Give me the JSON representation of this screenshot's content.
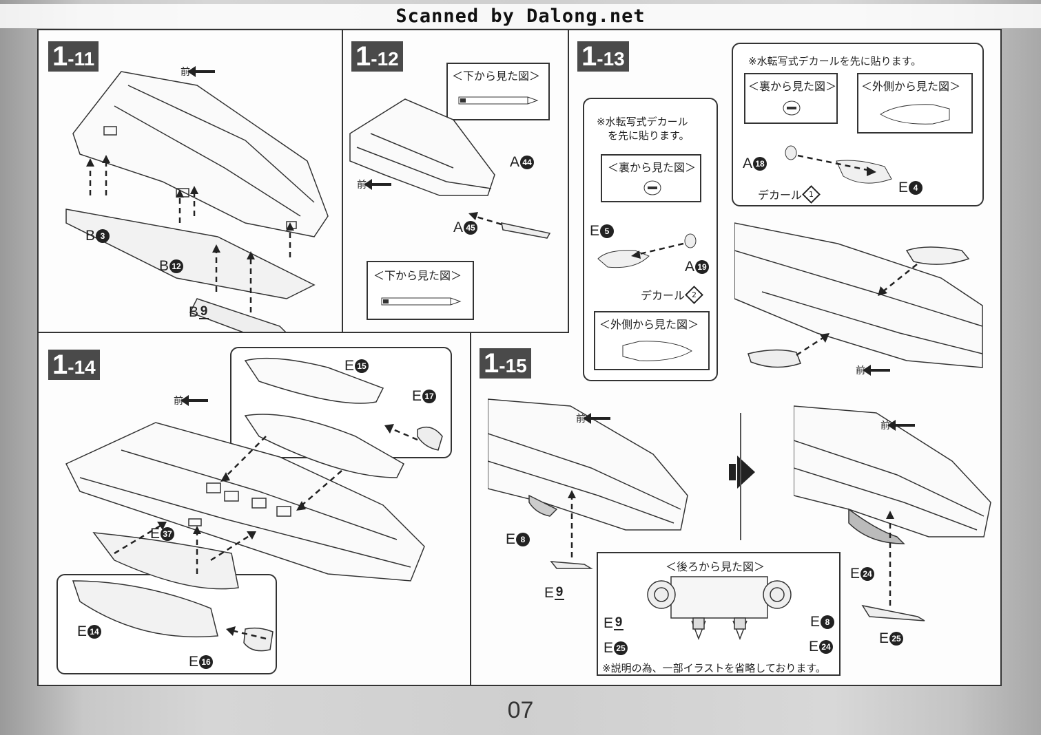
{
  "watermark": "Scanned by Dalong.net",
  "page_number": "07",
  "front_label": "前",
  "steps": {
    "s11": {
      "big": "1",
      "small": "-11"
    },
    "s12": {
      "big": "1",
      "small": "-12"
    },
    "s13": {
      "big": "1",
      "small": "-13"
    },
    "s14": {
      "big": "1",
      "small": "-14"
    },
    "s15": {
      "big": "1",
      "small": "-15"
    }
  },
  "labels": {
    "view_from_below": "＜下から見た図＞",
    "view_from_back_side": "＜裏から見た図＞",
    "view_from_outside": "＜外側から見た図＞",
    "view_from_rear": "＜後ろから見た図＞",
    "decal_first_note": "※水転写式デカールを先に貼ります。",
    "decal_first_note_l1": "※水転写式デカール",
    "decal_first_note_l2": "を先に貼ります。",
    "omission_note": "※説明の為、一部イラストを省略しております。",
    "decal": "デカール"
  },
  "decals": {
    "d1": "1",
    "d2": "2"
  },
  "parts": {
    "b3": {
      "letter": "B",
      "num": "3"
    },
    "b12": {
      "letter": "B",
      "num": "12"
    },
    "b9": {
      "letter": "B",
      "num": "9"
    },
    "a44": {
      "letter": "A",
      "num": "44"
    },
    "a45": {
      "letter": "A",
      "num": "45"
    },
    "a18": {
      "letter": "A",
      "num": "18"
    },
    "a19": {
      "letter": "A",
      "num": "19"
    },
    "e4": {
      "letter": "E",
      "num": "4"
    },
    "e5": {
      "letter": "E",
      "num": "5"
    },
    "e15": {
      "letter": "E",
      "num": "15"
    },
    "e17": {
      "letter": "E",
      "num": "17"
    },
    "e37": {
      "letter": "E",
      "num": "37"
    },
    "e14": {
      "letter": "E",
      "num": "14"
    },
    "e16": {
      "letter": "E",
      "num": "16"
    },
    "e8": {
      "letter": "E",
      "num": "8"
    },
    "e9": {
      "letter": "E",
      "num": "9"
    },
    "e24": {
      "letter": "E",
      "num": "24"
    },
    "e25": {
      "letter": "E",
      "num": "25"
    }
  }
}
